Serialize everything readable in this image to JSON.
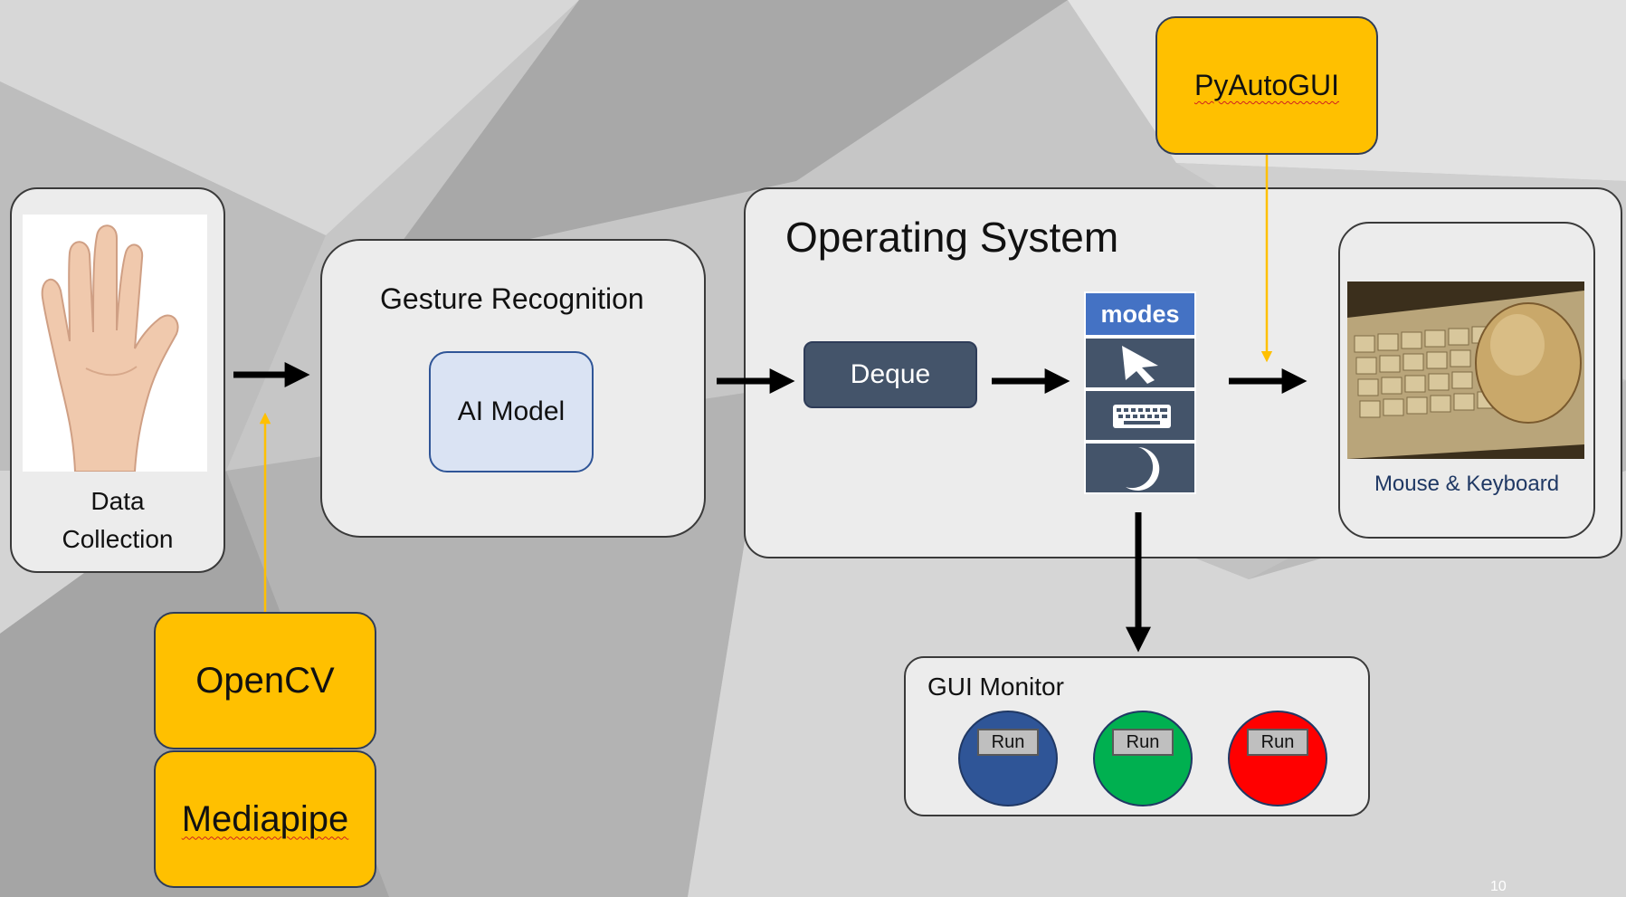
{
  "data_collection": {
    "label_line1": "Data",
    "label_line2": "Collection",
    "image_icon": "raised-hand-photo"
  },
  "gesture_recognition": {
    "title": "Gesture Recognition",
    "model_label": "AI Model"
  },
  "operating_system": {
    "title": "Operating System",
    "deque_label": "Deque",
    "modes": {
      "header": "modes",
      "icons": [
        "cursor-icon",
        "keyboard-icon",
        "moon-icon"
      ]
    },
    "device": {
      "label": "Mouse & Keyboard",
      "image_icon": "mouse-keyboard-photo"
    }
  },
  "libraries": {
    "opencv": "OpenCV",
    "mediapipe": "Mediapipe",
    "pyautogui": "PyAutoGUI"
  },
  "gui_monitor": {
    "title": "GUI Monitor",
    "buttons": [
      {
        "label": "Run",
        "color": "#2f5597"
      },
      {
        "label": "Run",
        "color": "#00b050"
      },
      {
        "label": "Run",
        "color": "#ff0000"
      }
    ]
  },
  "slide_number": "10",
  "colors": {
    "library": "#ffc000",
    "deque": "#44546a",
    "modes_header": "#4472c4",
    "ai_model": "#dae3f3",
    "connector": "#ffc000"
  }
}
